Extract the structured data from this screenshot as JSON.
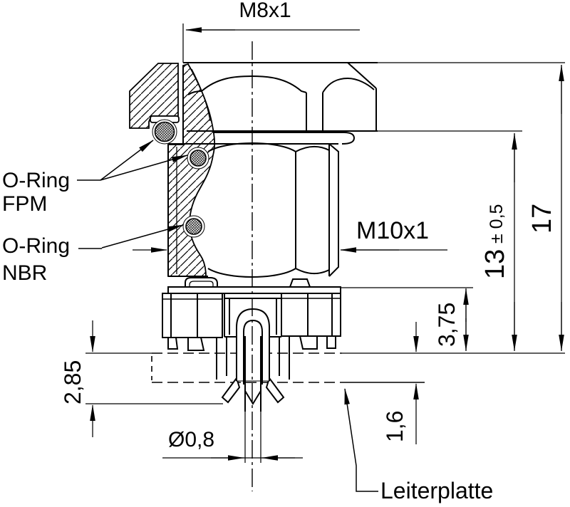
{
  "labels": {
    "thread_top": "M8x1",
    "thread_body": "M10x1",
    "oring_fpm": {
      "line1": "O-Ring",
      "line2": "FPM"
    },
    "oring_nbr": {
      "line1": "O-Ring",
      "line2": "NBR"
    },
    "pcb": "Leiterplatte",
    "pin_diameter": "Ø0,8"
  },
  "dimensions": {
    "total_height": "17",
    "body_height": "13",
    "body_height_tolerance": "± 0,5",
    "collar_height": "3,75",
    "pin_protrusion": "2,85",
    "pcb_thickness": "1,6"
  },
  "colors": {
    "line": "#000000",
    "background": "#ffffff"
  }
}
